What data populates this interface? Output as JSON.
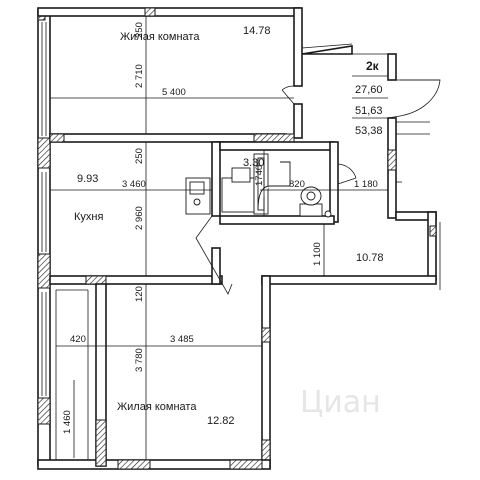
{
  "plan": {
    "apartment_type": "2к",
    "summary_areas": [
      "27,60",
      "51,63",
      "53,38"
    ],
    "rooms": {
      "living_top": {
        "name": "Жилая комната",
        "area": "14.78"
      },
      "kitchen": {
        "name": "Кухня",
        "area": "9.93"
      },
      "bathroom": {
        "area": "3.30"
      },
      "hall": {
        "area": "10.78"
      },
      "living_bottom": {
        "name": "Жилая комната",
        "area": "12.82"
      }
    },
    "dimensions": {
      "d_2710": "2 710",
      "d_5400": "5 400",
      "d_250_top": "250",
      "d_250_mid": "250",
      "d_3460": "3 460",
      "d_2960": "2 960",
      "d_1740": "1740",
      "d_820": "820",
      "d_1180": "1 180",
      "d_1100": "1 100",
      "d_120": "120",
      "d_420": "420",
      "d_3485": "3 485",
      "d_3780": "3 780",
      "d_1460": "1 460"
    },
    "watermark": "Циан"
  }
}
